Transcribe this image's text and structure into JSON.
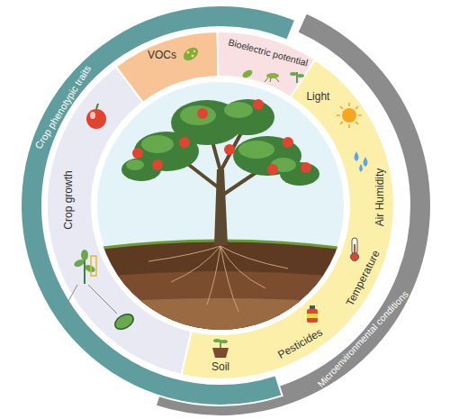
{
  "diagram": {
    "nodes": [
      {
        "text": [
          "Crop phenotypic traits"
        ]
      },
      {
        "text": [
          "Microenvironmental conditions"
        ]
      },
      {
        "text": [
          "Crop growth"
        ]
      },
      {
        "text": [
          "VOCs"
        ]
      },
      {
        "text": [
          "Bioelectric potential"
        ]
      },
      {
        "text": [
          "Light",
          "Air Humidity",
          "Temperature",
          "Pesticides",
          "Soil"
        ]
      }
    ]
  }
}
